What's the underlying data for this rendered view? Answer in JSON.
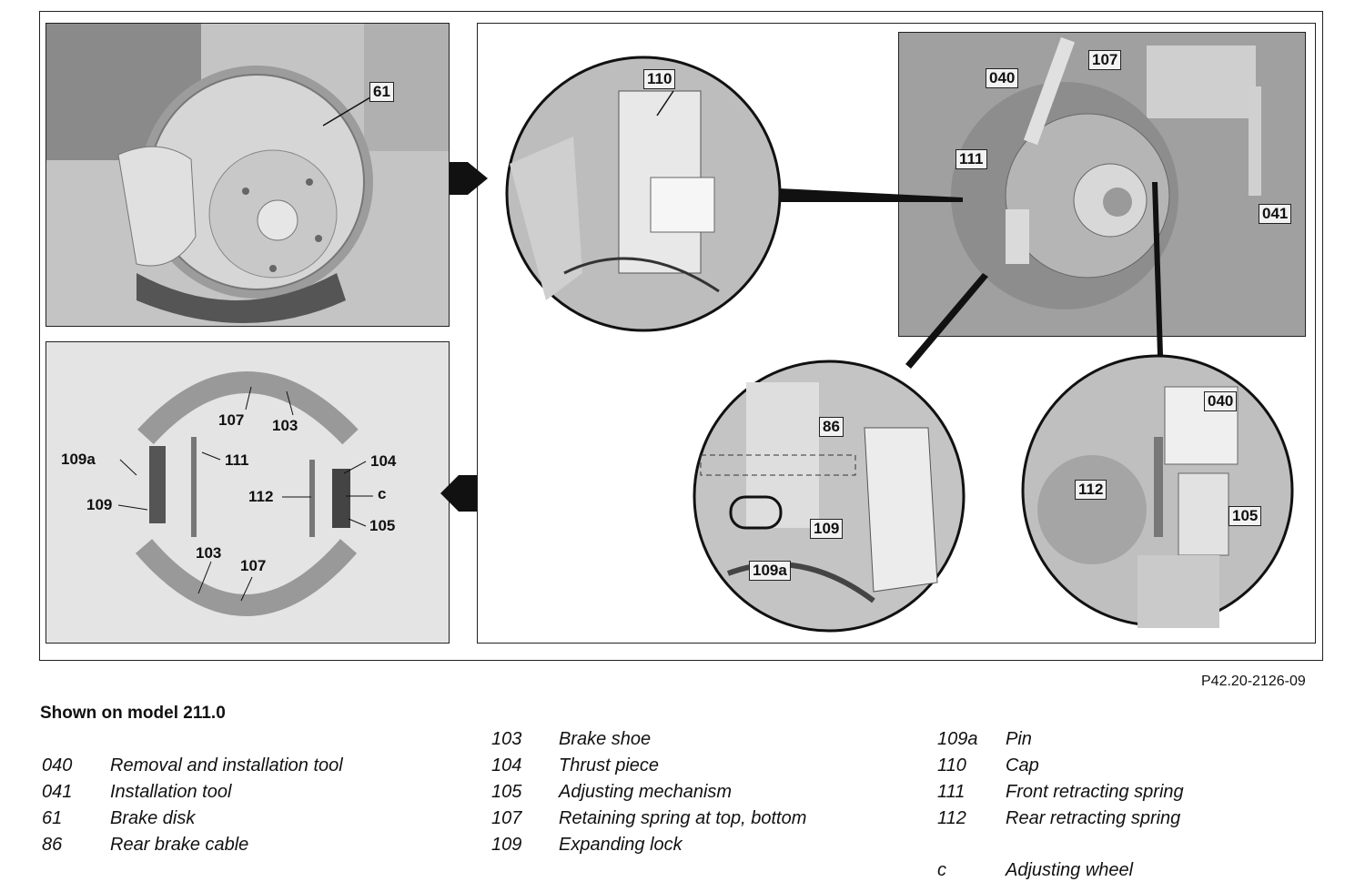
{
  "figure_code": "P42.20-2126-09",
  "heading": "Shown on model 211.0",
  "callouts": {
    "tl_61": "61",
    "zoom_110": "110",
    "ph_040": "040",
    "ph_107": "107",
    "ph_111": "111",
    "ph_041": "041",
    "z2_86": "86",
    "z2_109": "109",
    "z2_109a": "109a",
    "z3_040": "040",
    "z3_112": "112",
    "z3_105": "105",
    "bl_107_top": "107",
    "bl_103_top": "103",
    "bl_109a": "109a",
    "bl_111": "111",
    "bl_104": "104",
    "bl_112": "112",
    "bl_c": "c",
    "bl_109": "109",
    "bl_105": "105",
    "bl_103_bot": "103",
    "bl_107_bot": "107"
  },
  "legend": {
    "col1": [
      {
        "code": "040",
        "text": "Removal and installation tool"
      },
      {
        "code": "041",
        "text": "Installation tool"
      },
      {
        "code": "61",
        "text": "Brake disk"
      },
      {
        "code": "86",
        "text": "Rear brake cable"
      }
    ],
    "col2": [
      {
        "code": "103",
        "text": "Brake shoe"
      },
      {
        "code": "104",
        "text": "Thrust piece"
      },
      {
        "code": "105",
        "text": "Adjusting mechanism"
      },
      {
        "code": "107",
        "text": "Retaining spring at top, bottom"
      },
      {
        "code": "109",
        "text": "Expanding lock"
      }
    ],
    "col3": [
      {
        "code": "109a",
        "text": "Pin"
      },
      {
        "code": "110",
        "text": "Cap"
      },
      {
        "code": "111",
        "text": "Front retracting spring"
      },
      {
        "code": "112",
        "text": "Rear retracting spring"
      },
      {
        "code": "c",
        "text": "Adjusting wheel"
      }
    ]
  }
}
